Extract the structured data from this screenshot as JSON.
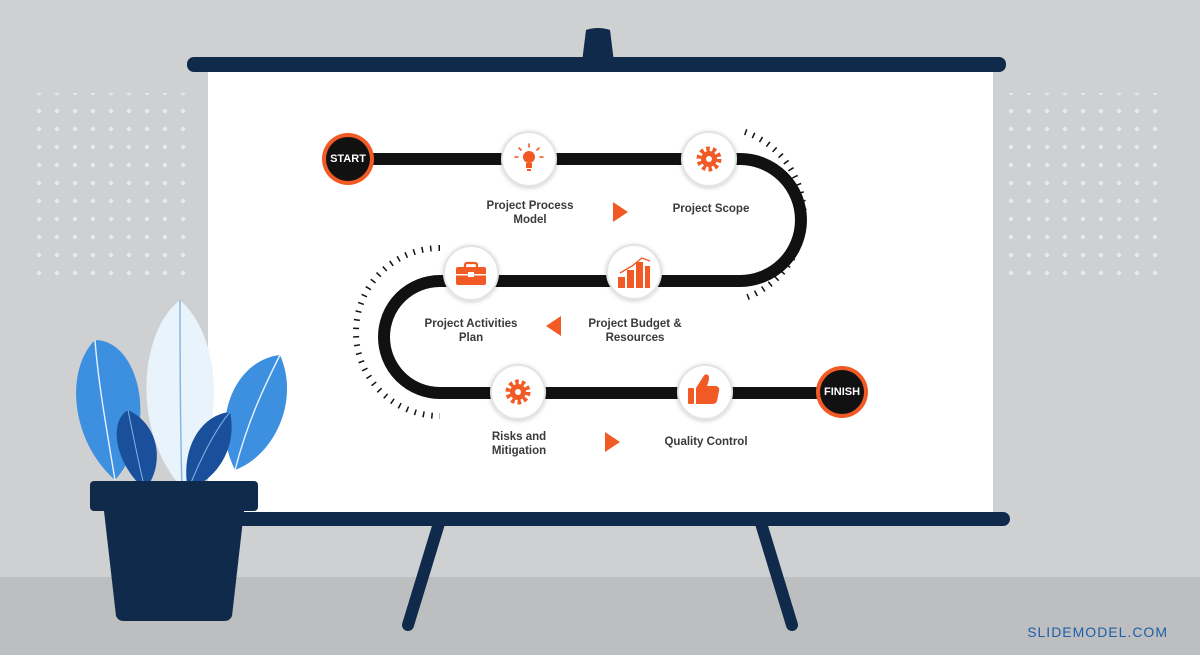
{
  "diagram": {
    "start_label": "START",
    "finish_label": "FINISH",
    "steps": [
      {
        "label": "Project Process\nModel",
        "icon": "lightbulb-icon"
      },
      {
        "label": "Project Scope",
        "icon": "gear-icon"
      },
      {
        "label": "Project Budget &\nResources",
        "icon": "bar-chart-icon"
      },
      {
        "label": "Project Activities\nPlan",
        "icon": "briefcase-icon"
      },
      {
        "label": "Risks and\nMitigation",
        "icon": "gear-icon"
      },
      {
        "label": "Quality Control",
        "icon": "thumbs-up-icon"
      }
    ],
    "colors": {
      "accent": "#f15a24",
      "path": "#111111",
      "frame": "#0f2a4a",
      "leaf_light": "#e8f3fb",
      "leaf_mid": "#3d8fe0",
      "leaf_dark": "#1a4f9c"
    }
  },
  "branding": {
    "text": "SLIDEMODEL.COM"
  }
}
